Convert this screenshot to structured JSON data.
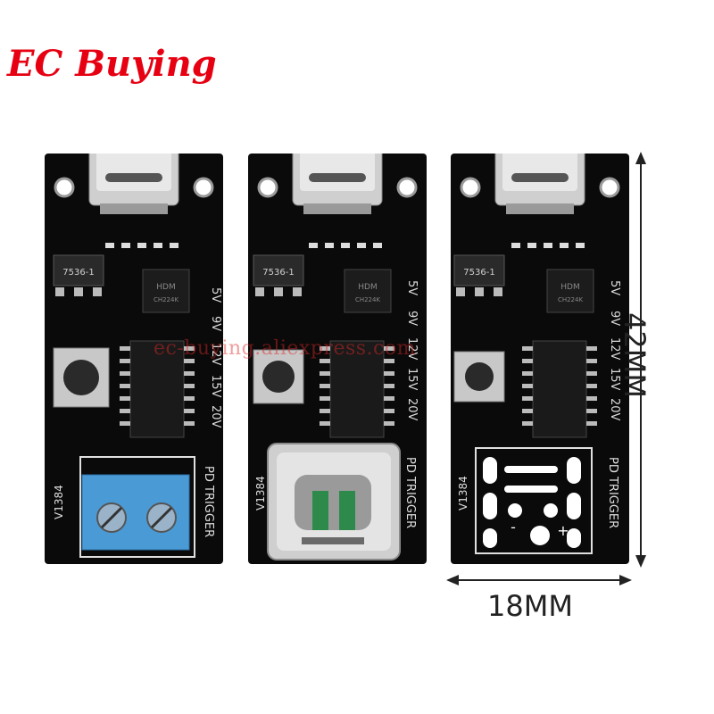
{
  "brand": {
    "name": "EC Buying",
    "color": "#e60012"
  },
  "watermark": "ec-buying.aliexpress.com",
  "dimensions": {
    "height_label": "42MM",
    "width_label": "18MM"
  },
  "board": {
    "pcb_color": "#0a0a0a",
    "regulator_marking": "7536-1",
    "voltage_labels": [
      "5V",
      "9V",
      "12V",
      "15V",
      "20V"
    ],
    "model_label": "V1384",
    "function_label": "PD TRIGGER"
  },
  "variants": [
    {
      "output": "screw-terminal",
      "terminal_color": "#4a9ad6"
    },
    {
      "output": "usb-c-female",
      "terminal_color": "#c8c8c8"
    },
    {
      "output": "solder-pads",
      "polarity": [
        "-",
        "+"
      ]
    }
  ]
}
